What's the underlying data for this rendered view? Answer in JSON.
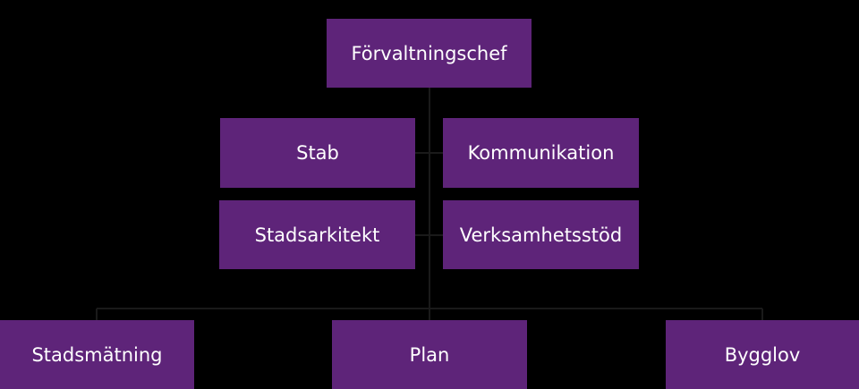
{
  "colors": {
    "background": "#000000",
    "box_fill": "#5e2479",
    "box_text": "#ffffff",
    "connector": "#1a1a1a"
  },
  "nodes": {
    "head": "Förvaltningschef",
    "stab": "Stab",
    "kommunikation": "Kommunikation",
    "stadsarkitekt": "Stadsarkitekt",
    "verksamhetsstod": "Verksamhetsstöd",
    "stadsmatning": "Stadsmätning",
    "plan": "Plan",
    "bygglov": "Bygglov"
  }
}
